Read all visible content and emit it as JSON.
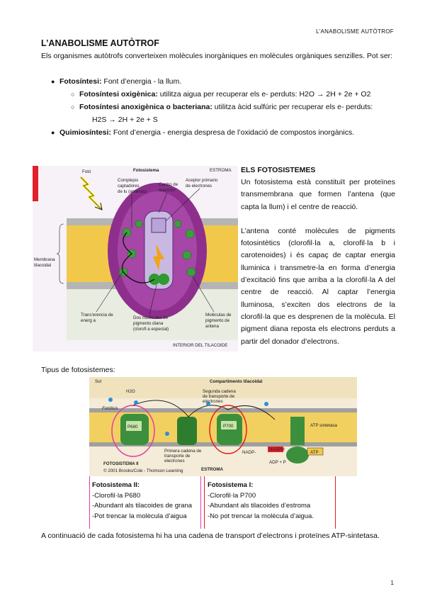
{
  "header": "L’ANABOLISME AUTÒTROF",
  "title": "L’ANABOLISME AUTÒTROF",
  "intro": "Els organismes autòtrofs converteixen molècules inorgàniques en molècules orgàniques senzilles. Pot ser:",
  "bullets": {
    "fotosintesi_label": "Fotosíntesi:",
    "fotosintesi_text": " Font d’energia - la llum.",
    "oxigenica_label": "Fotosíntesi oxigènica:",
    "oxigenica_text": " utilitza aigua per recuperar els e- perduts:  H2O → 2H + 2e + O2",
    "anoxigenica_label": "Fotosíntesi anoxigènica o bacteriana:",
    "anoxigenica_text": " utilitza àcid sulfúric per recuperar els e- perduts:",
    "anoxigenica_eq": "H2S  →  2H + 2e + S",
    "quimio_label": "Quimiosíntesi:",
    "quimio_text": " Font d’energia - energia despresa de l’oxidació de compostos inorgànics."
  },
  "figure1": {
    "foto": "Fotó",
    "fotosistema": "Fotosistema",
    "estroma": "ESTROMA",
    "complejos": [
      "Complejos",
      "captadores",
      "de lu (antenas)"
    ],
    "centro": [
      "Centro de",
      "reacción"
    ],
    "aceptor": [
      "Aceptor primario",
      "de electrones"
    ],
    "membrana": [
      "Membrana",
      "tilacoidal"
    ],
    "transferencia": [
      "Trans'erencia de",
      "energ a"
    ],
    "dos_moleculas": [
      "Dos molécules de",
      "pigmento diana",
      "(clorofi a especial)"
    ],
    "moleculas": [
      "Moléculas de",
      "pigmento de",
      "antena"
    ],
    "interior": "INTERIOR DEL TILACOIDE"
  },
  "section": {
    "title": "ELS FOTOSISTEMES",
    "p1": "Un fotosistema està constituït per proteïnes transmembrana que formen l’antena (que capta la llum) i el centre de reacció.",
    "p2": "L’antena conté molècules de pigments fotosintètics (clorofil·la a, clorofil·la b i carotenoides) i és capaç de captar energia lluminica i transmetre-la en forma d’energia d’excitació fins que arriba a la clorofil·la A del centre de reacció. Al captar l’energia lluminosa, s’exciten dos electrons de la clorofil·la que es desprenen de la molècula. El pigment diana reposta els electrons perduts a partir del donador d’electrons."
  },
  "tipus": "Tipus de fotosistemes:",
  "figure2": {
    "sol": "Sol",
    "compartiment": "Compartimento tilacoidal",
    "h2o": "H2O",
    "fotolisis": "Fotólisis",
    "p680": "P680",
    "p700": "P700",
    "segunda": [
      "Segunda cadena",
      "de transporte de",
      "electrones"
    ],
    "primera": [
      "Primera cadena de",
      "transporte de",
      "electrones"
    ],
    "fotosistema2": "FOTOSISTEMA II",
    "nadp": "NADP-",
    "nadph": "NADPH",
    "atp_sintetasa": "ATP sintetasa",
    "atp": "ATP",
    "adp": "ADP + P",
    "estroma": "ESTROMA",
    "credit": "© 2001 Brooks/Cole - Thomson Learning"
  },
  "box_left": {
    "title": "Fotosistema II:",
    "lines": [
      "-Clorofil·la P680",
      "-Abundant als tilacoides de grana",
      "-Pot trencar la molècula d’aigua"
    ]
  },
  "box_right": {
    "title": "Fotosistema I:",
    "lines": [
      "-Clorofil·la P700",
      "-Abundant als tilacoides d’estroma",
      "-No pot trencar la molècula d’aigua."
    ]
  },
  "final": "A continuació de cada fotosistema hi ha una cadena de transport d’electrons i proteïnes ATP-sintetasa.",
  "page_number": "1",
  "colors": {
    "purple": "#8e2f8e",
    "green": "#3aa13a",
    "yellow_membrane": "#f2c84b",
    "pink": "#e23aa5",
    "red": "#e21e1e"
  }
}
